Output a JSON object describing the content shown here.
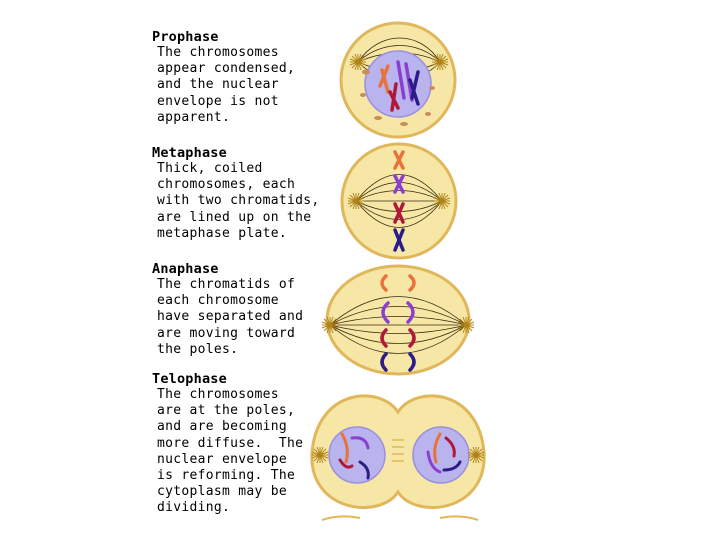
{
  "stages": [
    {
      "title": "Prophase",
      "lines": [
        "The chromosomes",
        "appear condensed,",
        "and the nuclear",
        "envelope is not",
        "apparent."
      ]
    },
    {
      "title": "Metaphase",
      "lines": [
        "Thick, coiled",
        "chromosomes, each",
        "with two chromatids,",
        "are lined up on the",
        "metaphase plate."
      ]
    },
    {
      "title": "Anaphase",
      "lines": [
        "The chromatids of",
        "each chromosome",
        "have separated and",
        "are moving toward",
        "the poles."
      ]
    },
    {
      "title": "Telophase",
      "lines": [
        "The chromosomes",
        "are at the poles,",
        "and are becoming",
        "more diffuse.  The",
        "nuclear envelope",
        "is reforming. The",
        "cytoplasm may be",
        "dividing."
      ]
    }
  ],
  "colors": {
    "cytoplasm": "#f6e7a6",
    "cell_outline": "#e0b75a",
    "nucleus": "#b9b3ee",
    "spindle": "#3a2a10",
    "chromosome_orange": "#e8733a",
    "chromosome_purple": "#8b3fd0",
    "chromosome_red": "#b0183a",
    "chromosome_navy": "#2b1c8a"
  }
}
